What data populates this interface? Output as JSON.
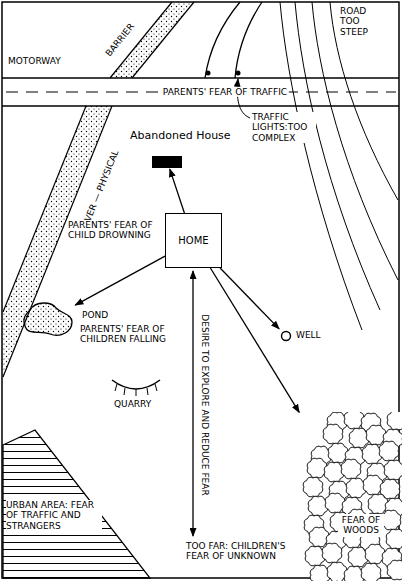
{
  "diagram": {
    "nodes": [
      {
        "text": [
          "Abandoned House"
        ]
      },
      {
        "text": [
          "HOME"
        ]
      },
      {
        "text": [
          "POND"
        ]
      },
      {
        "text": [
          "WELL"
        ]
      },
      {
        "text": [
          "FEAR OF WOODS"
        ]
      }
    ],
    "edges": [
      {
        "from": 1,
        "to": 0,
        "arrow": "to"
      },
      {
        "from": 1,
        "to": 2,
        "arrow": "to"
      },
      {
        "from": 1,
        "to": 3,
        "arrow": "to"
      },
      {
        "from": 1,
        "to": 4,
        "arrow": "to"
      }
    ],
    "labels": [
      "MOTORWAY",
      "BARRIER",
      "ROAD TOO STEEP",
      "PARENTS' FEAR OF TRAFFIC",
      "TRAFFIC LIGHTS:TOO COMPLEX",
      "RIVER — PHYSICAL",
      "PARENTS' FEAR OF CHILD DROWNING",
      "DESIRE TO EXPLORE AND REDUCE FEAR",
      "PARENTS' FEAR OF CHILDREN FALLING",
      "QUARRY",
      "URBAN AREA: FEAR OF TRAFFIC AND STRANGERS",
      "TOO FAR: CHILDREN'S FEAR OF UNKNOWN"
    ]
  }
}
